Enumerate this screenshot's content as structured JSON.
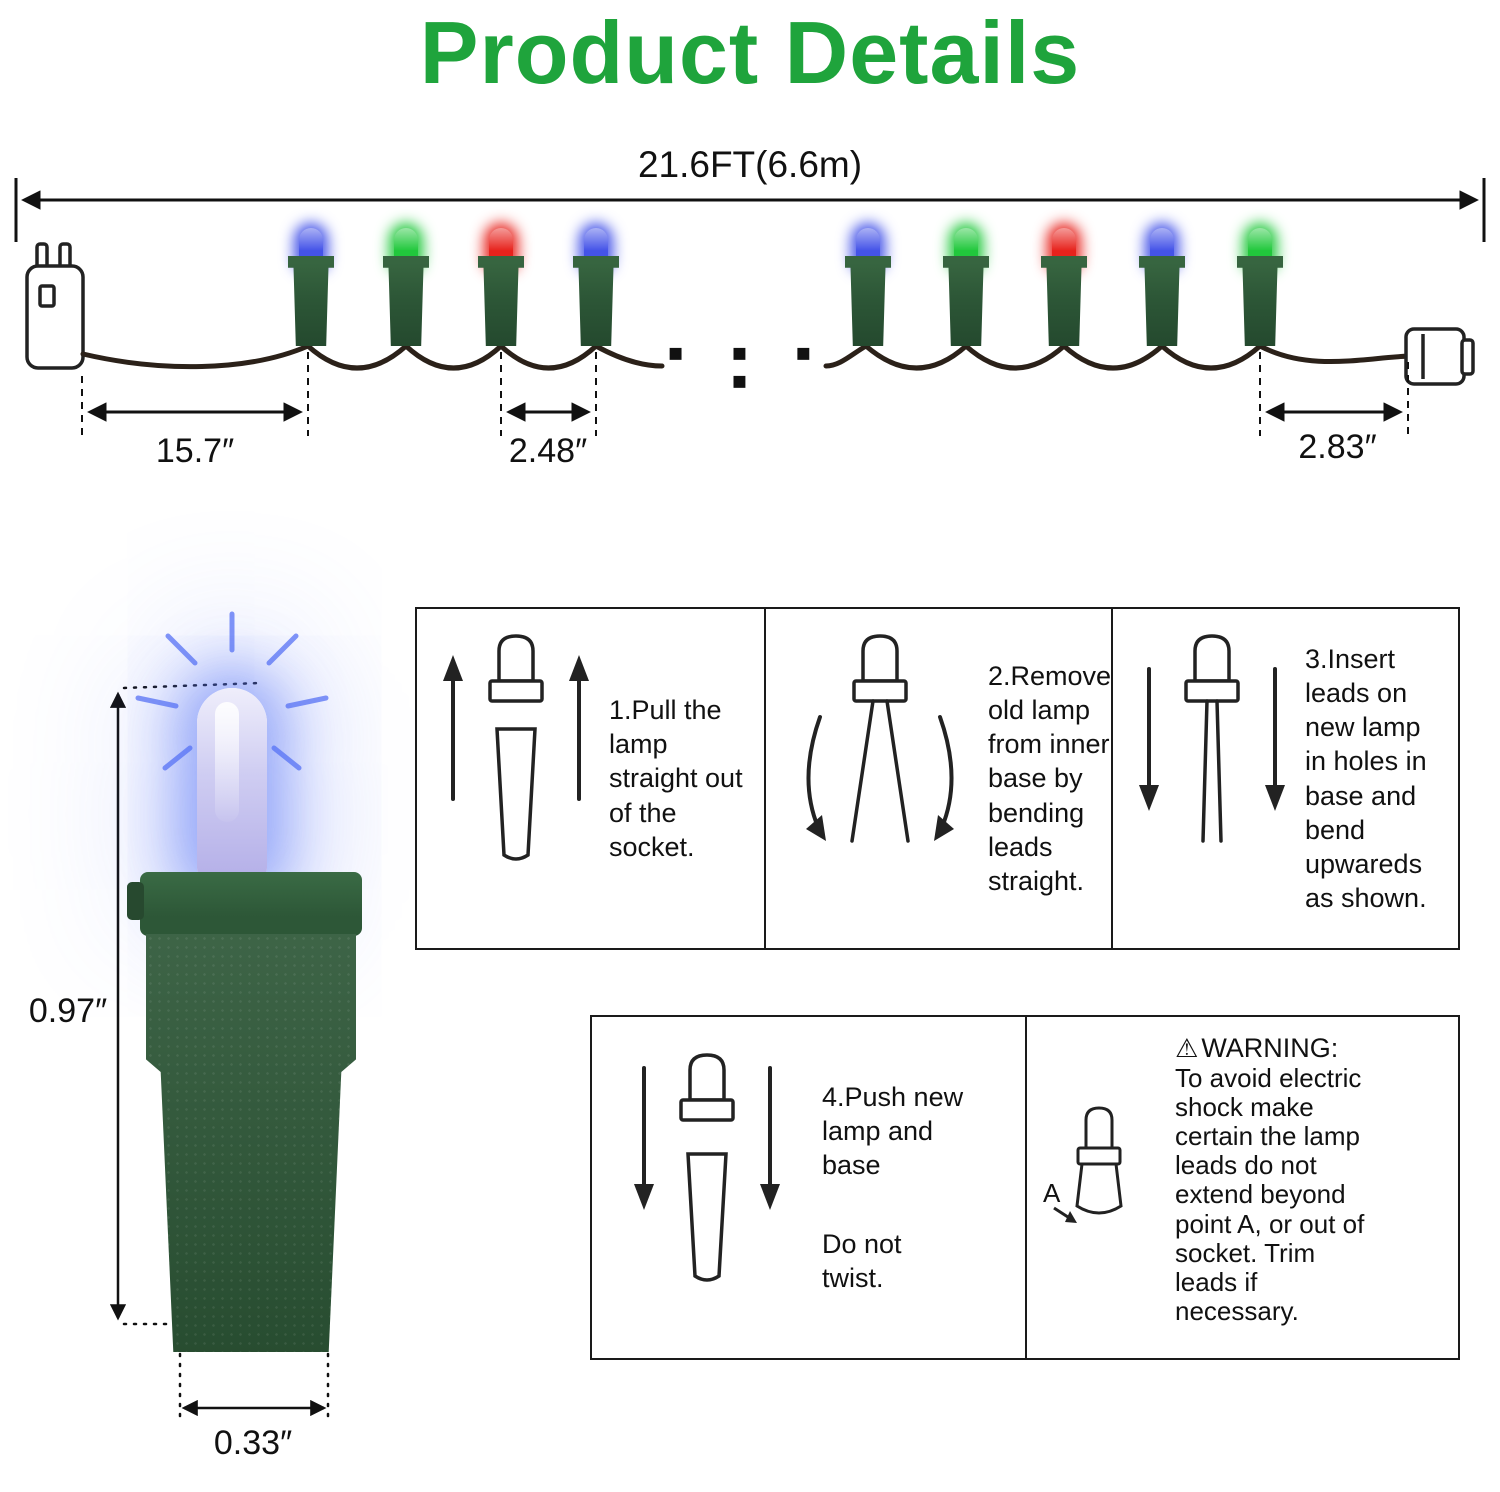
{
  "title": "Product Details",
  "string_diagram": {
    "total_length_label": "21.6FT(6.6m)",
    "lead_spacing_label": "15.7″",
    "bulb_spacing_label": "2.48″",
    "tail_spacing_label": "2.83″",
    "continuation_dots": "▪ ▪ ▪ ▪",
    "bulbs_left": [
      "blue",
      "green",
      "red",
      "blue"
    ],
    "bulbs_right": [
      "blue",
      "green",
      "red",
      "blue",
      "green"
    ]
  },
  "bulb_detail": {
    "height_label": "0.97″",
    "width_label": "0.33″"
  },
  "steps": [
    {
      "text": "1.Pull the lamp straight out of the socket."
    },
    {
      "text": "2.Remove old lamp from inner base by bending leads straight."
    },
    {
      "text": "3.Insert leads on new lamp in holes in base and bend upwareds as shown."
    },
    {
      "text": "4.Push new lamp and base",
      "note": "Do not twist."
    }
  ],
  "warning": {
    "icon": "⚠",
    "title": "WARNING:",
    "body": "To avoid electric shock make certain the lamp leads do not extend beyond point A, or out of socket. Trim leads if necessary.",
    "point_label": "A"
  },
  "colors": {
    "title_green": "#1fa43c",
    "socket_green": "#2d5737",
    "wire": "#2b2119",
    "led": {
      "blue": "#4453e8",
      "green": "#21c83c",
      "red": "#e7221c"
    }
  }
}
